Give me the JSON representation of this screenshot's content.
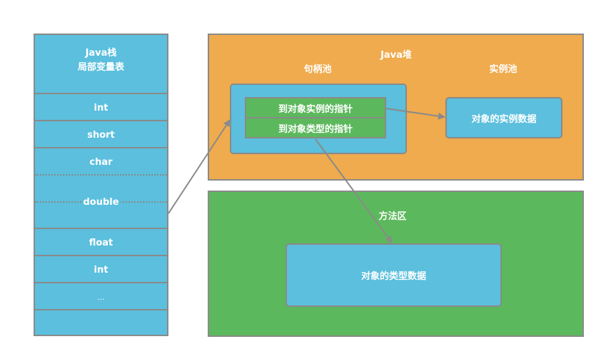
{
  "stack": {
    "title_line1": "Java栈",
    "title_line2": "局部变量表",
    "slots": [
      {
        "label": "int",
        "style": "solid"
      },
      {
        "label": "short",
        "style": "solid"
      },
      {
        "label": "char",
        "style": "solid"
      },
      {
        "label": "double",
        "style": "dotted-split"
      },
      {
        "label": "float",
        "style": "solid"
      },
      {
        "label": "int",
        "style": "solid"
      },
      {
        "label": "...",
        "style": "solid"
      },
      {
        "label": "",
        "style": "solid"
      }
    ]
  },
  "heap": {
    "title": "Java堆",
    "handle_pool": {
      "label": "句柄池",
      "pointers": [
        "到对象实例的指针",
        "到对象类型的指针"
      ]
    },
    "instance_pool": {
      "label": "实例池",
      "box": "对象的实例数据"
    }
  },
  "method_area": {
    "title": "方法区",
    "box": "对象的类型数据"
  },
  "colors": {
    "stack_blue": "#5bbfdd",
    "heap_orange": "#efab4d",
    "method_green": "#5cb85c",
    "border_gray": "#8a8a8a",
    "text_white": "#ffffff"
  },
  "edges": [
    {
      "from": "stack-slot-double",
      "to": "handle-pool"
    },
    {
      "from": "pointer-to-instance",
      "to": "instance-data-box"
    },
    {
      "from": "pointer-to-type",
      "to": "type-data-box"
    }
  ]
}
